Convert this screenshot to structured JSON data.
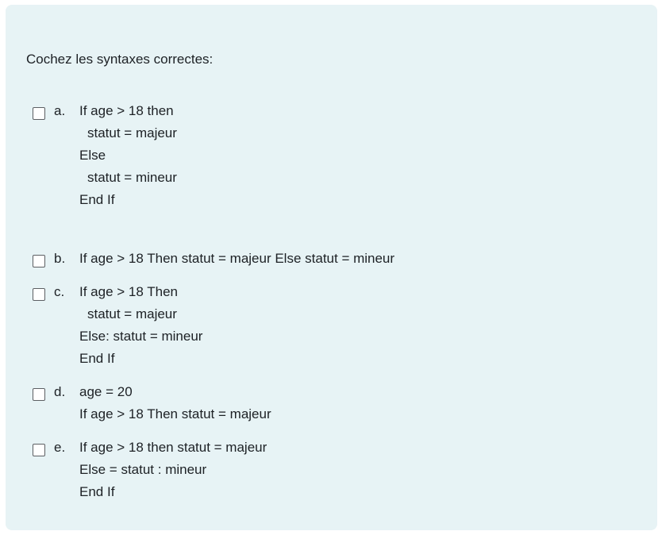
{
  "question": {
    "prompt": "Cochez les syntaxes correctes:"
  },
  "answers": [
    {
      "letter": "a.",
      "lines": [
        "If age > 18 then",
        "statut = majeur",
        "Else",
        "statut = mineur",
        "End If"
      ],
      "checked": false
    },
    {
      "letter": "b.",
      "lines": [
        "If age > 18 Then statut = majeur Else statut = mineur"
      ],
      "checked": false
    },
    {
      "letter": "c.",
      "lines": [
        "If age > 18 Then",
        "statut = majeur",
        "Else: statut = mineur",
        "End If"
      ],
      "checked": false
    },
    {
      "letter": "d.",
      "lines": [
        "age = 20",
        "If age > 18 Then statut = majeur"
      ],
      "checked": false
    },
    {
      "letter": "e.",
      "lines": [
        "If age > 18 then statut = majeur",
        "Else = statut : mineur",
        "End If"
      ],
      "checked": false
    }
  ],
  "colors": {
    "panel_background": "#e7f3f5",
    "text": "#1d2125",
    "checkbox_border": "#5c5f63"
  }
}
